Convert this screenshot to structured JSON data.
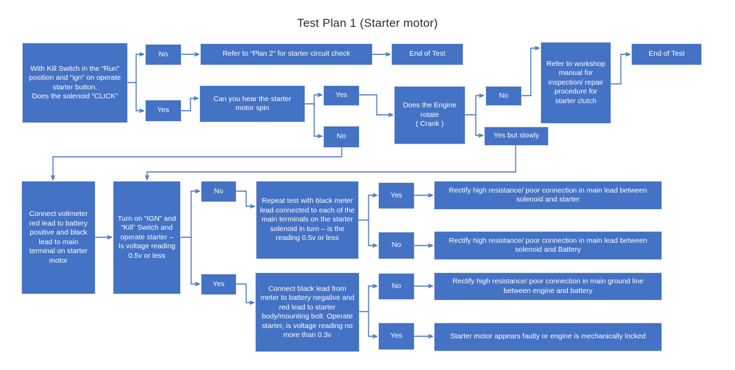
{
  "title": "Test Plan 1 (Starter motor)",
  "theme": {
    "node_fill": "#4472C4",
    "node_text": "#FFFFFF",
    "connector": "#4472C4",
    "background": "#FFFFFF",
    "title_color": "#2B2B2B"
  },
  "nodes": {
    "start_solenoid_click": "With Kill Switch in the “Run” position and “ign” on operate starter button.\nDoes the solenoid “CLICK”",
    "click_no": "No",
    "click_yes": "Yes",
    "refer_plan2": "Refer to “Plan 2” for starter circuit check",
    "end_of_test_1": "End of Test",
    "hear_starter_spin": "Can you hear the starter motor spin",
    "spin_yes": "Yes",
    "spin_no": "No",
    "engine_rotate": "Does the Engine rotate\n( Crank )",
    "rotate_no": "No",
    "rotate_yes_but_slowly": "Yes but slowly",
    "refer_workshop_manual": "Refer to workshop manual for inspection/ repair procedure for starter clutch",
    "end_of_test_2": "End of Test",
    "connect_voltmeter": "Connect voltmeter red lead to battery positive and black lead to main terminal on starter motor",
    "turn_on_ign": "Turn on “IGN” and “Kill” Switch and operate starter – Is voltage reading 0.5v or less",
    "ign_no": "No",
    "ign_yes": "Yes",
    "repeat_test": "Repeat test with black meter lead connected to each of the main terminals on the starter solenoid in turn – is the reading 0.5v or less",
    "repeat_yes": "Yes",
    "repeat_no": "No",
    "rectify_solenoid_starter": "Rectify high resistance/ poor connection in main lead between solenoid and starter",
    "rectify_solenoid_battery": "Rectify high resistance/ poor connection in main lead between solenoid and Battery",
    "connect_black_lead": "Connect black lead from meter to battery negative and red lead to starter body/mounting bolt. Operate starter, is voltage reading no more than 0.3v",
    "ground_no": "No",
    "ground_yes": "Yes",
    "rectify_ground_line": "Rectify high resistance/ poor connection in main ground line between engine and battery",
    "starter_faulty": "Starter motor appears faulty or engine is mechanically locked"
  }
}
